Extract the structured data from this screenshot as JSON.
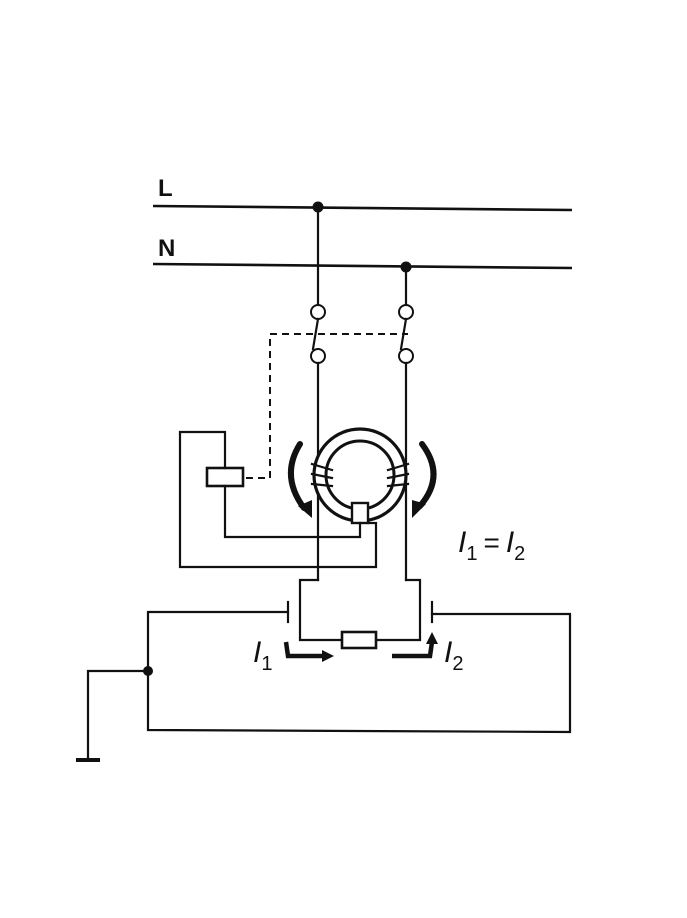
{
  "labels": {
    "line": "L",
    "neutral": "N",
    "current_symbol": "I",
    "sub_1": "1",
    "sub_2": "2",
    "equals": "="
  },
  "colors": {
    "ink": "#111111",
    "paper": "#ffffff"
  }
}
